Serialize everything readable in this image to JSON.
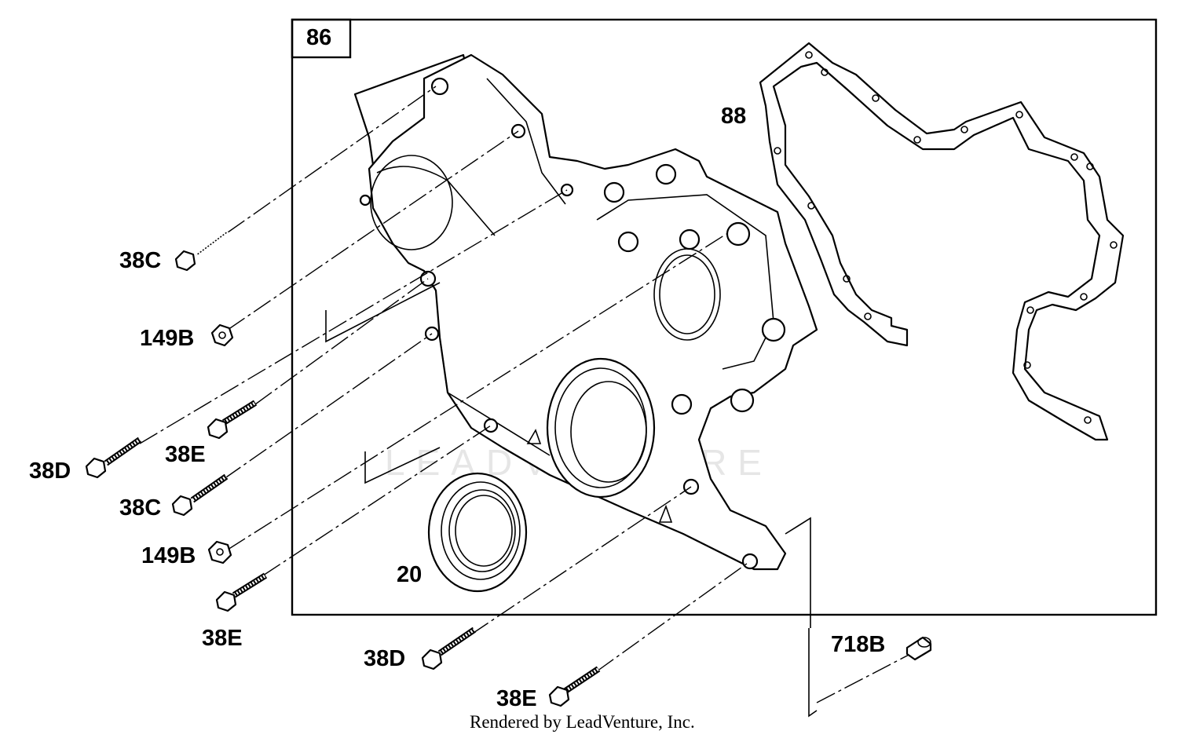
{
  "diagram": {
    "box_label": "86",
    "callouts": {
      "gasket": "88",
      "seal": "20",
      "bolt_38c_top": "38C",
      "nut_149b_top": "149B",
      "bolt_38d_left": "38D",
      "bolt_38e_upper": "38E",
      "bolt_38c_mid": "38C",
      "nut_149b_mid": "149B",
      "bolt_38e_lower": "38E",
      "bolt_38d_bottom": "38D",
      "bolt_38e_bottom": "38E",
      "pin_718b": "718B"
    },
    "watermark": "LEADVENTURE",
    "credit": "Rendered by LeadVenture, Inc."
  },
  "colors": {
    "ink": "#000000",
    "background": "#ffffff",
    "watermark": "#e6e6e6"
  }
}
